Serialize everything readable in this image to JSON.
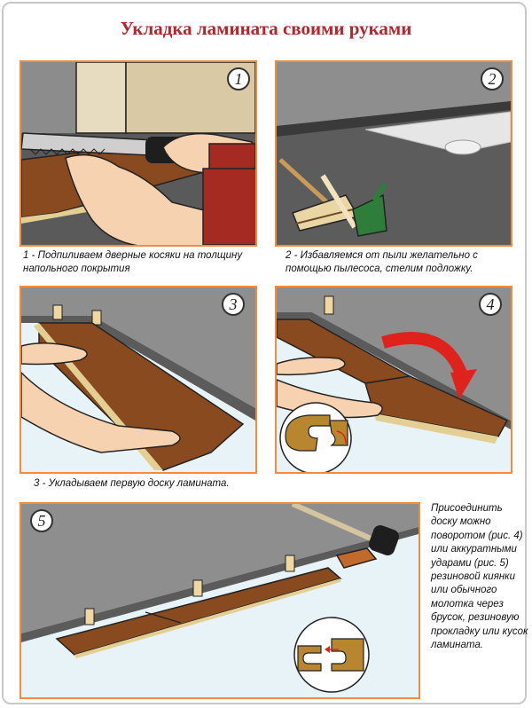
{
  "title": "Укладка ламината своими руками",
  "steps": [
    {
      "number": "1",
      "caption_line1": "1 - Подпиливаем дверные косяки на толщину",
      "caption_line2": "напольного покрытия"
    },
    {
      "number": "2",
      "caption_line1": "2 - Избавляемся от пыли желательно с",
      "caption_line2": "помощью пылесоса, стелим подложку."
    },
    {
      "number": "3",
      "caption_line1": "3 - Укладываем первую доску ламината."
    },
    {
      "number": "4"
    },
    {
      "number": "5"
    }
  ],
  "side_note": "Присоединить доску можно поворотом (рис. 4) или аккуратными ударами (рис. 5) резиновой киянки или обычного молотка через брусок, резиновую прокладку или кусок ламината.",
  "colors": {
    "title": "#b3262b",
    "panel_border": "#f08c3c",
    "laminate": "#8a4a1f",
    "arrow": "#e0221c"
  }
}
